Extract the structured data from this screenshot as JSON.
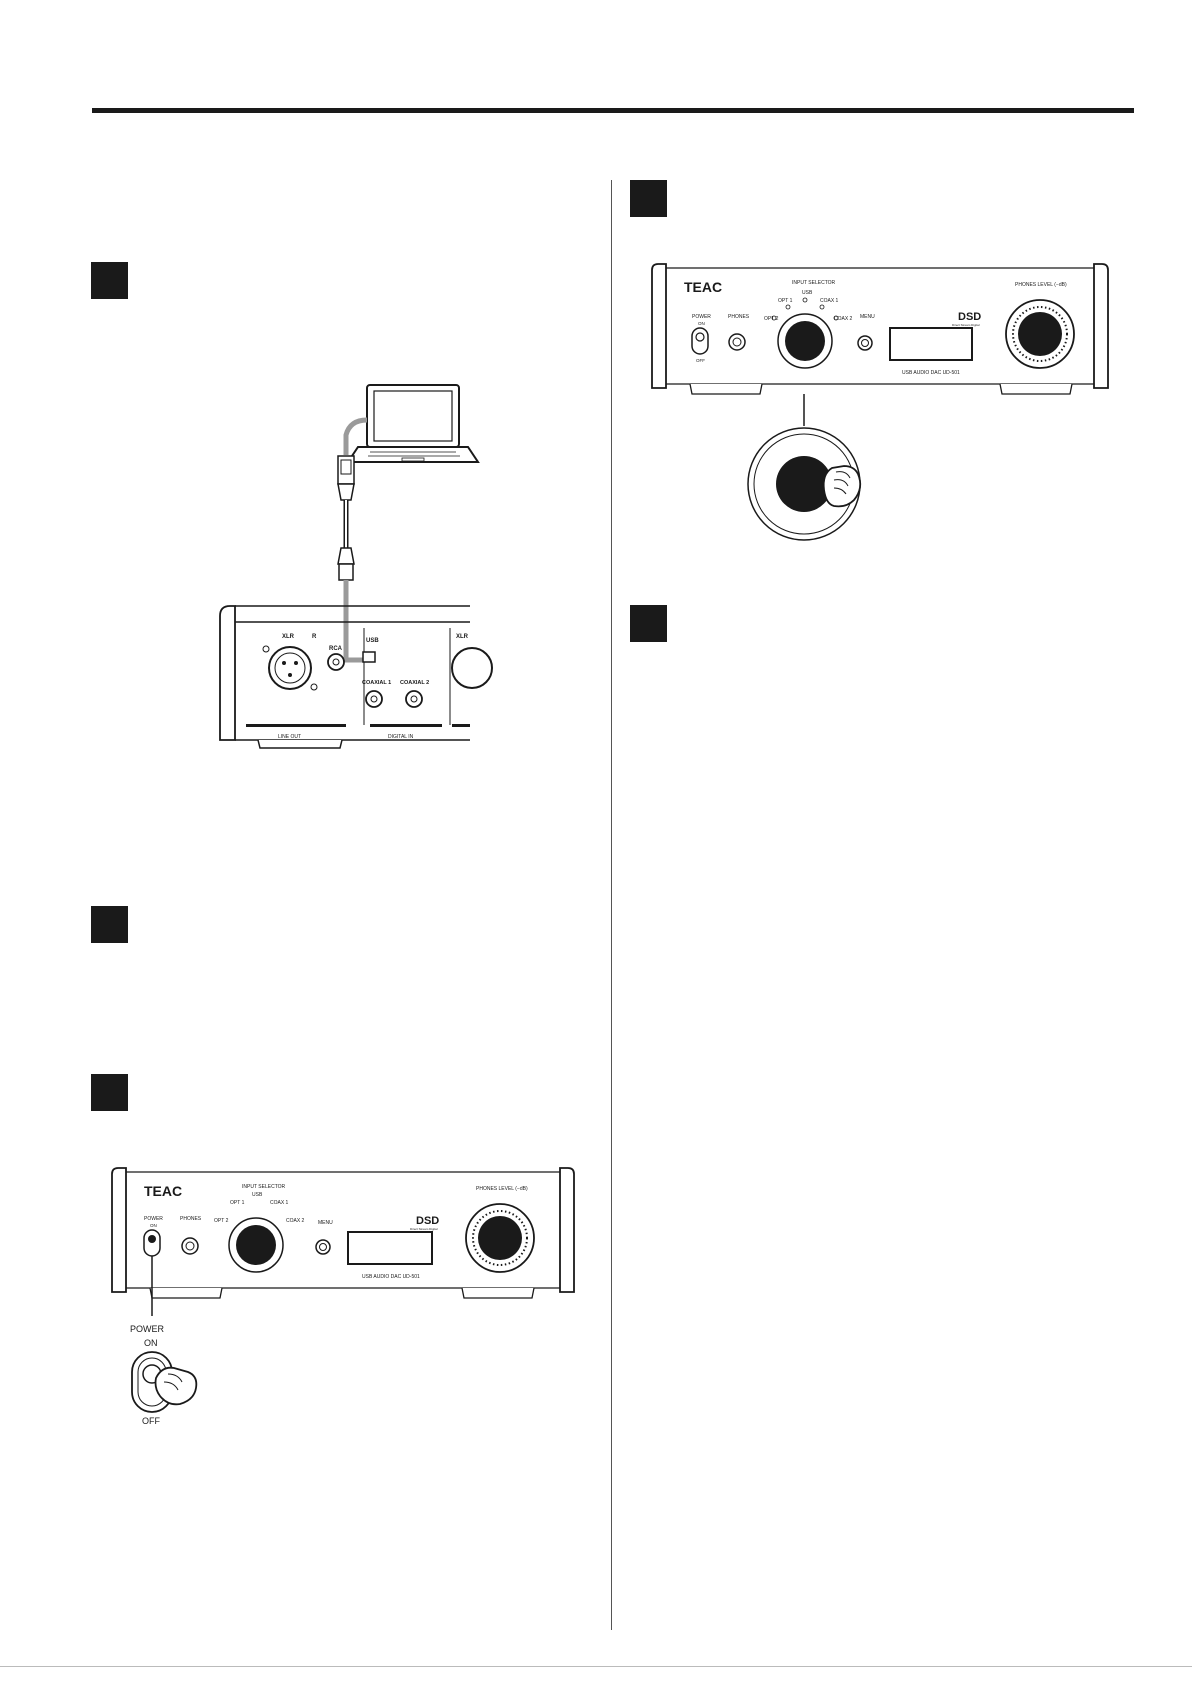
{
  "steps": [
    {
      "id": "connect-usb"
    },
    {
      "id": "step-2"
    },
    {
      "id": "power-on"
    },
    {
      "id": "select-input"
    },
    {
      "id": "step-6"
    }
  ],
  "figure_connect_usb": {
    "usb_label": "USB",
    "xlr_label": "XLR",
    "r_label": "R",
    "rca_label": "RCA",
    "coaxial1_label": "COAXIAL 1",
    "coaxial2_label": "COAXIAL 2",
    "xlr2_label": "XLR",
    "line_out_label": "LINE OUT",
    "digital_in_label": "DIGITAL IN"
  },
  "front_panel": {
    "brand": "TEAC",
    "input_selector": "INPUT SELECTOR",
    "usb": "USB",
    "opt1": "OPT 1",
    "opt2": "OPT 2",
    "coax1": "COAX 1",
    "coax2": "COAX 2",
    "power": "POWER",
    "on": "ON",
    "off": "OFF",
    "phones": "PHONES",
    "menu": "MENU",
    "dsd": "DSD",
    "dsd_sub": "Direct Stream Digital",
    "model": "USB AUDIO DAC UD-501",
    "phones_level": "PHONES LEVEL (−dB)"
  },
  "power_callout": {
    "power": "POWER",
    "on": "ON",
    "off": "OFF"
  },
  "colors": {
    "ink": "#1a1a1a",
    "step_box": "#1a1a1a",
    "cable_gray": "#9a9a9a"
  }
}
